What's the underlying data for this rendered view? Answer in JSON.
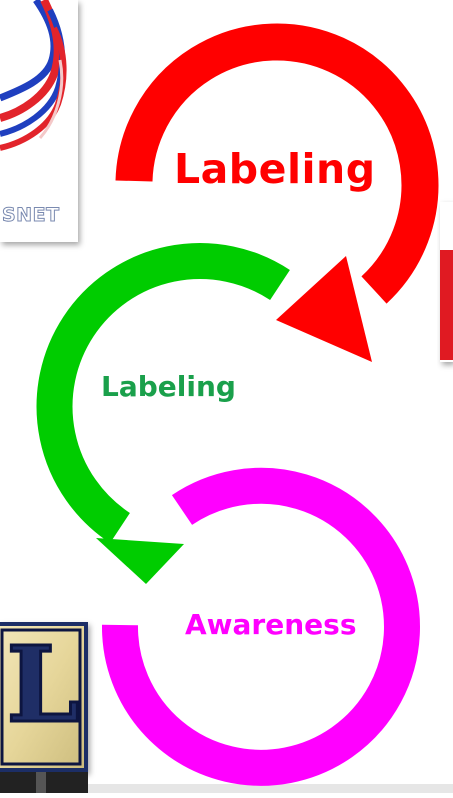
{
  "diagram": {
    "cycle_labels": {
      "red": "Labeling",
      "green": "Labeling",
      "magenta": "Awareness"
    },
    "colors": {
      "red": "#ff0000",
      "green": "#00cc00",
      "magenta": "#ff00ff",
      "green_text": "#1aa04b",
      "red_text": "#ff0000",
      "magenta_text": "#ff00ff"
    }
  },
  "background_images": {
    "top_logo_text": "SNET",
    "bottom_logo_letter": "L"
  }
}
